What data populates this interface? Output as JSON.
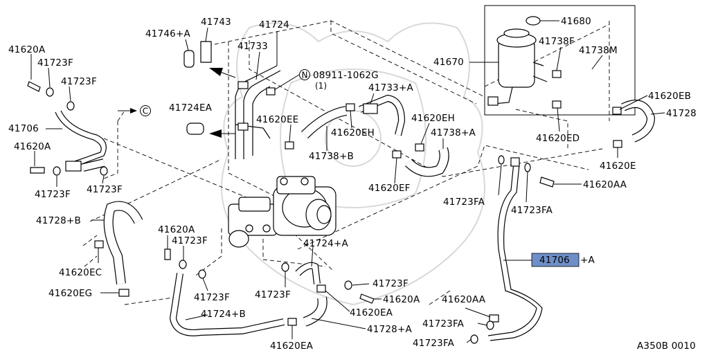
{
  "labels": {
    "l41743": "41743",
    "l41746a": "41746+A",
    "l41724": "41724",
    "l41733": "41733",
    "l41620A_1": "41620A",
    "l41723F_1": "41723F",
    "l41723F_2": "41723F",
    "l41706": "41706",
    "l41620A_2": "41620A",
    "l41723F_3": "41723F",
    "l41723F_4": "41723F",
    "l08911": "08911-1062G",
    "l08911q": "(1)",
    "lN": "N",
    "l41733a": "41733+A",
    "l41724EA": "41724EA",
    "l41620EE": "41620EE",
    "l41620EH_1": "41620EH",
    "l41738b": "41738+B",
    "l41620EH_2": "41620EH",
    "l41738a": "41738+A",
    "l41620EF": "41620EF",
    "l41670": "41670",
    "l41680": "41680",
    "l41738F": "41738F",
    "l41738M": "41738M",
    "l41620EB": "41620EB",
    "l41728": "41728",
    "l41620ED": "41620ED",
    "l41620E": "41620E",
    "l41620AA_1": "41620AA",
    "l41723FA_1": "41723FA",
    "l41723FA_2": "41723FA",
    "l41728b": "41728+B",
    "l41620EC": "41620EC",
    "l41620EG": "41620EG",
    "l41620A_3": "41620A",
    "l41723F_5": "41723F",
    "l41723F_6": "41723F",
    "l41724b": "41724+B",
    "l41620EA_1": "41620EA",
    "l41724a": "41724+A",
    "l41723F_7": "41723F",
    "l41723F_8": "41723F",
    "l41620A_4": "41620A",
    "l41620EA_2": "41620EA",
    "l41728a": "41728+A",
    "l41706a_main": "41706",
    "l41706a_suf": "+A",
    "l41620AA_2": "41620AA",
    "l41723FA_3": "41723FA",
    "l41723FA_4": "41723FA",
    "lC": "C",
    "lRef": "A350B 0010"
  },
  "highlight": {
    "color": "#6f8fc8"
  }
}
